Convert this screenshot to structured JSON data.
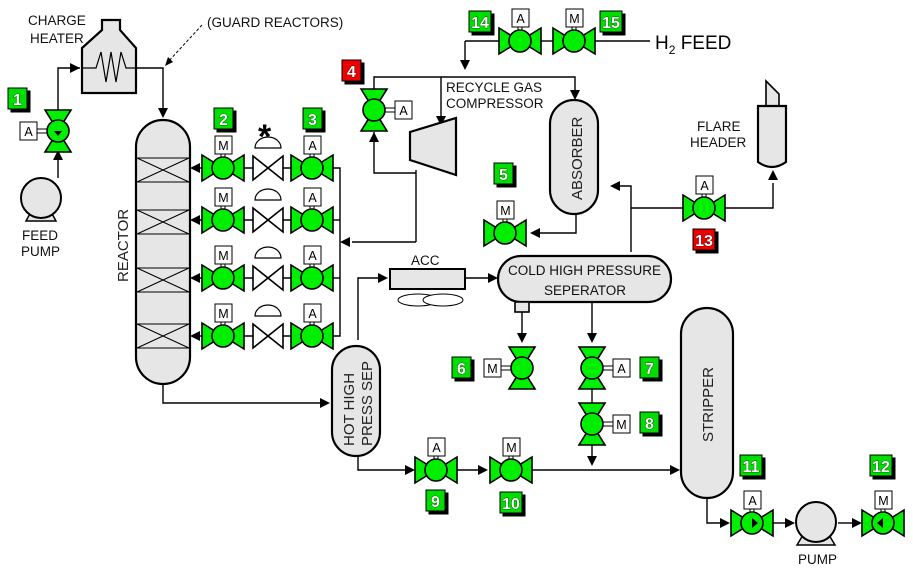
{
  "diagram": {
    "title": "Hydrotreater Process Flow Diagram",
    "colors": {
      "valve_green": "#00ee00",
      "badge_green": "#00dd00",
      "badge_red": "#ee0000",
      "vessel_fill": "#e6e6e6"
    },
    "equipment": {
      "charge_heater": [
        "CHARGE",
        "HEATER"
      ],
      "guard_reactors": "(GUARD REACTORS)",
      "feed_pump": [
        "FEED",
        "PUMP"
      ],
      "reactor": "REACTOR",
      "recycle_gas_compressor": [
        "RECYCLE GAS",
        "COMPRESSOR"
      ],
      "h2_feed": {
        "prefix": "H",
        "sub": "2",
        "suffix": " FEED"
      },
      "absorber": "ABSORBER",
      "flare_header": [
        "FLARE",
        "HEADER"
      ],
      "acc": "ACC",
      "cold_hp_separator": [
        "COLD HIGH PRESSURE",
        "SEPERATOR"
      ],
      "hot_hp_separator": [
        "HOT HIGH",
        "PRESS SEP"
      ],
      "stripper": "STRIPPER",
      "pump": "PUMP",
      "asterisk": "*"
    },
    "valves": [
      {
        "id": "1",
        "actuator": "A",
        "status": "green"
      },
      {
        "id": "2",
        "actuator": "M",
        "status": "green"
      },
      {
        "id": "3",
        "actuator": "A",
        "status": "green"
      },
      {
        "id": "4",
        "actuator": "A",
        "status": "red"
      },
      {
        "id": "5",
        "actuator": "M",
        "status": "green"
      },
      {
        "id": "6",
        "actuator": "M",
        "status": "green"
      },
      {
        "id": "7",
        "actuator": "A",
        "status": "green"
      },
      {
        "id": "8",
        "actuator": "M",
        "status": "green"
      },
      {
        "id": "9",
        "actuator": "A",
        "status": "green"
      },
      {
        "id": "10",
        "actuator": "M",
        "status": "green"
      },
      {
        "id": "11",
        "actuator": "A",
        "status": "green"
      },
      {
        "id": "12",
        "actuator": "M",
        "status": "green"
      },
      {
        "id": "13",
        "actuator": "A",
        "status": "red"
      },
      {
        "id": "14",
        "actuator": "A",
        "status": "green"
      },
      {
        "id": "15",
        "actuator": "M",
        "status": "green"
      }
    ],
    "quench_valves": [
      {
        "row": 1,
        "left_actuator": "M",
        "right_actuator": "A"
      },
      {
        "row": 2,
        "left_actuator": "M",
        "right_actuator": "A"
      },
      {
        "row": 3,
        "left_actuator": "M",
        "right_actuator": "A"
      },
      {
        "row": 4,
        "left_actuator": "M",
        "right_actuator": "A"
      }
    ]
  }
}
